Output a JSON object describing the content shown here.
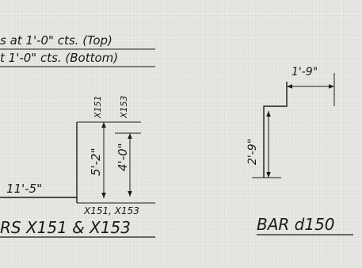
{
  "notes": {
    "line1": "s at 1'-0\" cts. (Top)",
    "line2": "t 1'-0\" cts. (Bottom)"
  },
  "detail_left": {
    "dim_5_2": "5'-2\"",
    "dim_4_0": "4'-0\"",
    "dim_11_5": "11'-5\"",
    "tag_x151": "X151",
    "tag_x153": "X153",
    "bottom_tag": "X151, X153",
    "title": "RS X151 & X153"
  },
  "detail_right": {
    "dim_top": "1'-9\"",
    "dim_side": "2'-9\"",
    "title": "BAR d150"
  }
}
